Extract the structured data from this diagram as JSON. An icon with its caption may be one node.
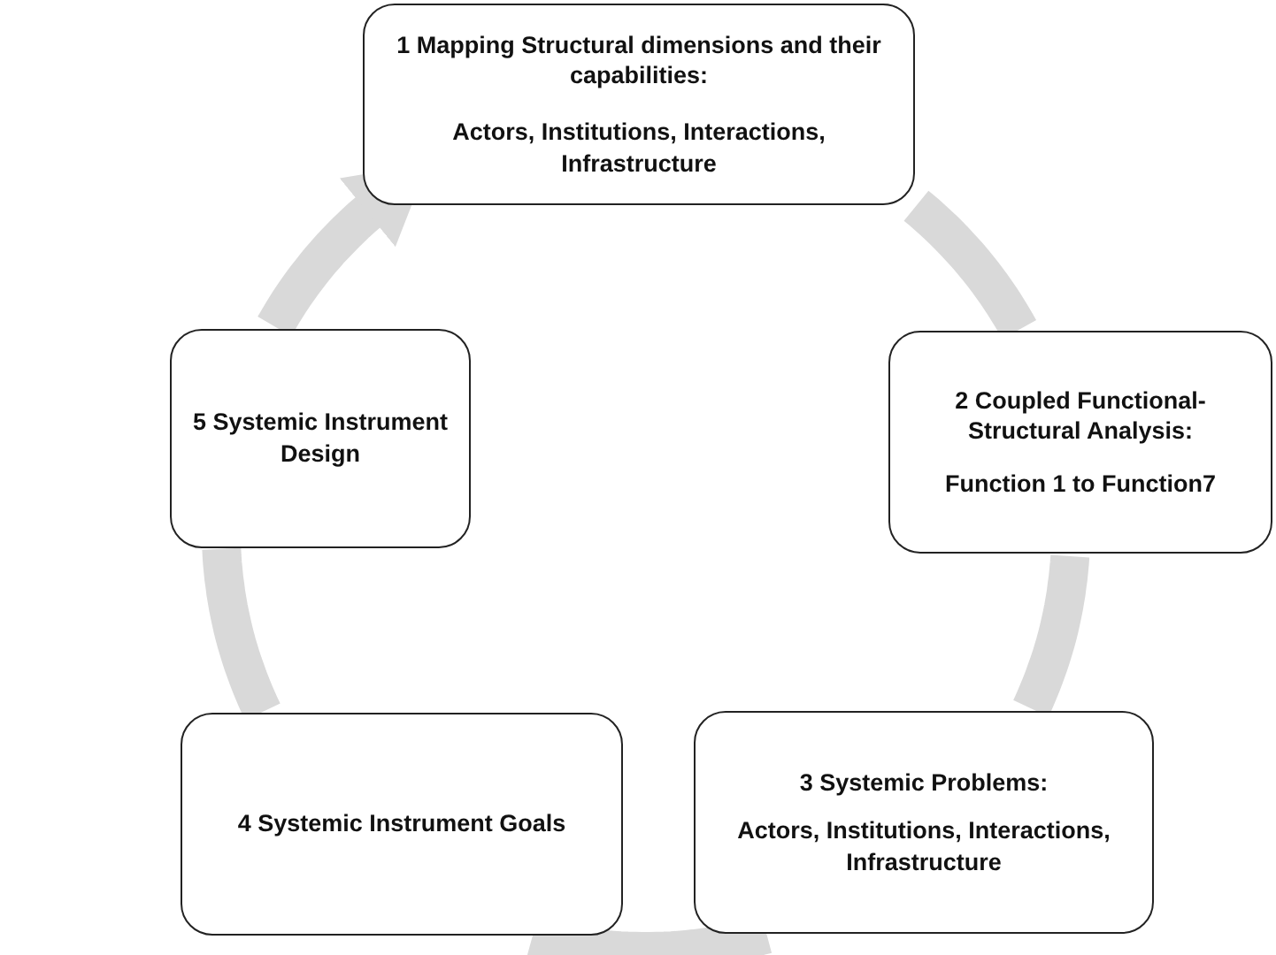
{
  "diagram": {
    "nodes": [
      {
        "text": [
          "1 Mapping Structural dimensions and their capabilities:",
          "Actors, Institutions, Interactions, Infrastructure"
        ]
      },
      {
        "text": [
          "2 Coupled Functional-Structural Analysis:",
          "Function 1 to Function7"
        ]
      },
      {
        "text": [
          "3 Systemic Problems:",
          "Actors, Institutions, Interactions, Infrastructure"
        ]
      },
      {
        "text": [
          "4 Systemic Instrument Goals"
        ]
      },
      {
        "text": [
          "5 Systemic Instrument Design"
        ]
      }
    ],
    "edges": [
      {
        "from": 0,
        "to": 1,
        "arrow": "none"
      },
      {
        "from": 1,
        "to": 2,
        "arrow": "none"
      },
      {
        "from": 2,
        "to": 3,
        "arrow": "none"
      },
      {
        "from": 3,
        "to": 4,
        "arrow": "none"
      },
      {
        "from": 4,
        "to": 0,
        "arrow": "to"
      }
    ]
  }
}
